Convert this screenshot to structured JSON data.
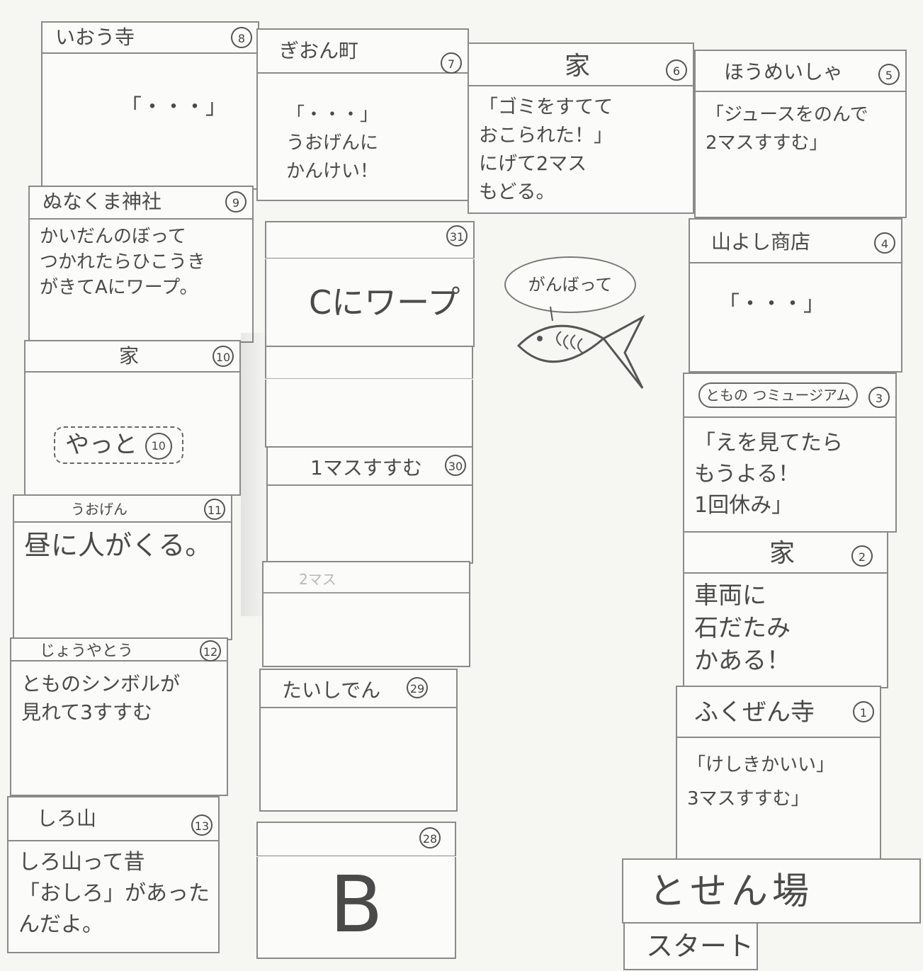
{
  "cells": {
    "c1": {
      "name": "ふくぜん寺",
      "num": "1",
      "text": "「けしきかいい」\n3マスすすむ」"
    },
    "c2": {
      "name": "家",
      "num": "2",
      "text": "車両に\n石だたみ\nかある！"
    },
    "c3": {
      "name": "ともの つミュージアム",
      "num": "3",
      "text": "「えを見てたら\nもうよる！\n1回休み」"
    },
    "c4": {
      "name": "山よし商店",
      "num": "4",
      "text": "「・・・」"
    },
    "c5": {
      "name": "ほうめいしゃ",
      "num": "5",
      "text": "「ジュースをのんで\n2マスすすむ」"
    },
    "c6": {
      "name": "家",
      "num": "6",
      "text": "「ゴミをすてて\nおこられた！」\nにげて2マス\nもどる。"
    },
    "c7": {
      "name": "ぎおん町",
      "num": "7",
      "text": "「・・・」\nうおげんに\nかんけい！"
    },
    "c8": {
      "name": "いおう寺",
      "num": "8",
      "text": "「・・・」"
    },
    "c9": {
      "name": "ぬなくま神社",
      "num": "9",
      "text": "かいだんのぼって\nつかれたらひこうき\nがきてAにワープ。"
    },
    "c10": {
      "name": "家",
      "num": "10",
      "text": "やっと"
    },
    "c11": {
      "name": "うおげん",
      "num": "11",
      "text": "昼に人がくる。"
    },
    "c12": {
      "name": "じょうやとう",
      "num": "12",
      "text": "とものシンボルが\n見れて3すすむ"
    },
    "c13": {
      "name": "しろ山",
      "num": "13",
      "text": "しろ山って昔\n「おしろ」があった\nんだよ。"
    },
    "c28": {
      "num": "28",
      "text": "B"
    },
    "c29": {
      "name": "たいしでん",
      "num": "29",
      "text": ""
    },
    "c30": {
      "name": "1マスすすむ",
      "num": "30",
      "text": ""
    },
    "c31": {
      "num": "31",
      "text": "Cにワープ"
    },
    "c32": {
      "name": "2マス",
      "num": "",
      "text": ""
    }
  },
  "speech": "がんばって",
  "start_area": {
    "place": "とせん場",
    "start": "スタート"
  }
}
